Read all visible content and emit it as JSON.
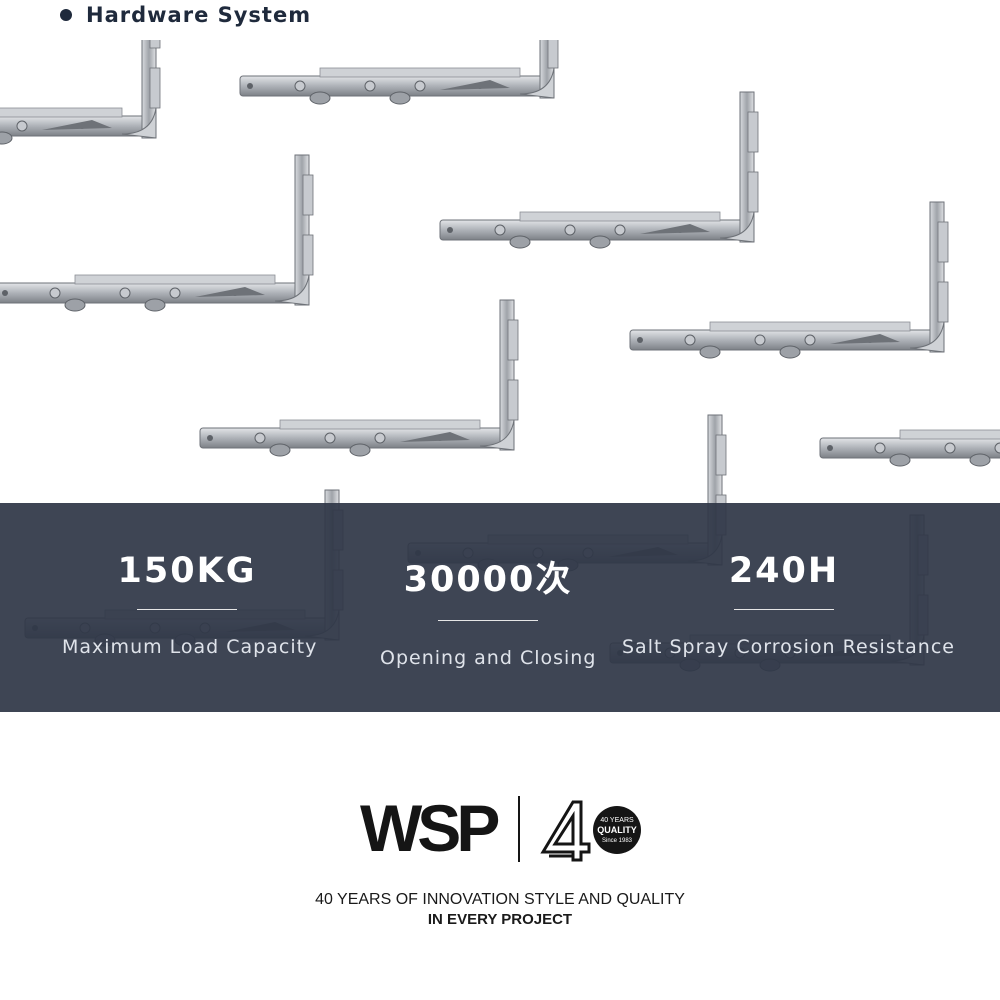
{
  "header": {
    "title": "Hardware System"
  },
  "stats": [
    {
      "value": "150KG",
      "label": "Maximum Load Capacity"
    },
    {
      "value": "30000次",
      "label": "Opening and Closing"
    },
    {
      "value": "240H",
      "label": "Salt Spray Corrosion Resistance"
    }
  ],
  "brand": {
    "logo_text": "WSP",
    "badge_line1": "40 YEARS",
    "badge_line2": "QUALITY",
    "badge_line3": "Since 1983"
  },
  "tagline": {
    "line1": "40 YEARS OF INNOVATION STYLE AND QUALITY",
    "line2": "IN EVERY PROJECT"
  },
  "colors": {
    "band": "#2f3747",
    "title": "#1f2a3c",
    "metal": "#b9bdc3"
  }
}
